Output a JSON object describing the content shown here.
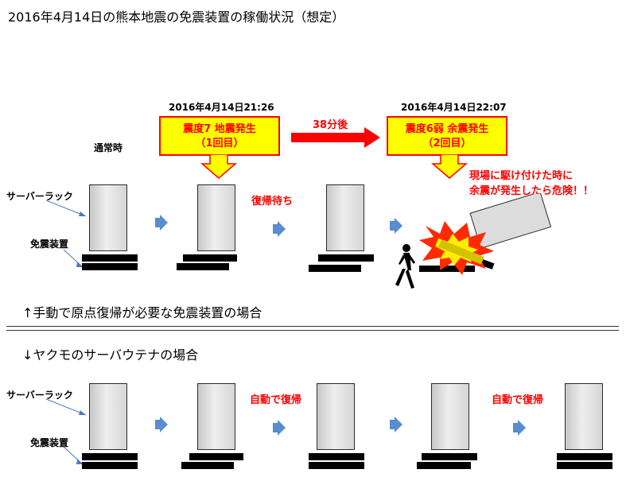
{
  "title": "2016年4月14日の熊本地震の免震装置の稼働状況（想定）",
  "top": {
    "normal_label": "通常時",
    "rack_label": "サーバーラック",
    "isolator_label": "免震装置",
    "event1": {
      "datetime": "2016年4月14日21:26",
      "line1": "震度7  地震発生",
      "line2": "（1回目）"
    },
    "interval_label": "38分後",
    "event2": {
      "datetime": "2016年4月14日22:07",
      "line1": "震度6弱  余震発生",
      "line2": "（2回目）"
    },
    "waiting_label": "復帰待ち",
    "danger_line1": "現場に駆け付けた時に",
    "danger_line2": "余震が発生したら危険！！"
  },
  "note_manual": "↑手動で原点復帰が必要な免震装置の場合",
  "note_yakumo": "↓ヤクモのサーバウテナの場合",
  "bottom": {
    "rack_label": "サーバーラック",
    "isolator_label": "免震装置",
    "auto_return_1": "自動で復帰",
    "auto_return_2": "自動で復帰"
  },
  "colors": {
    "callout_fill": "#ffff00",
    "callout_border": "#ff0000",
    "alert_text": "#ff0000",
    "arrow_blue": "#5a8ccf",
    "arrow_red": "#ff0000"
  }
}
